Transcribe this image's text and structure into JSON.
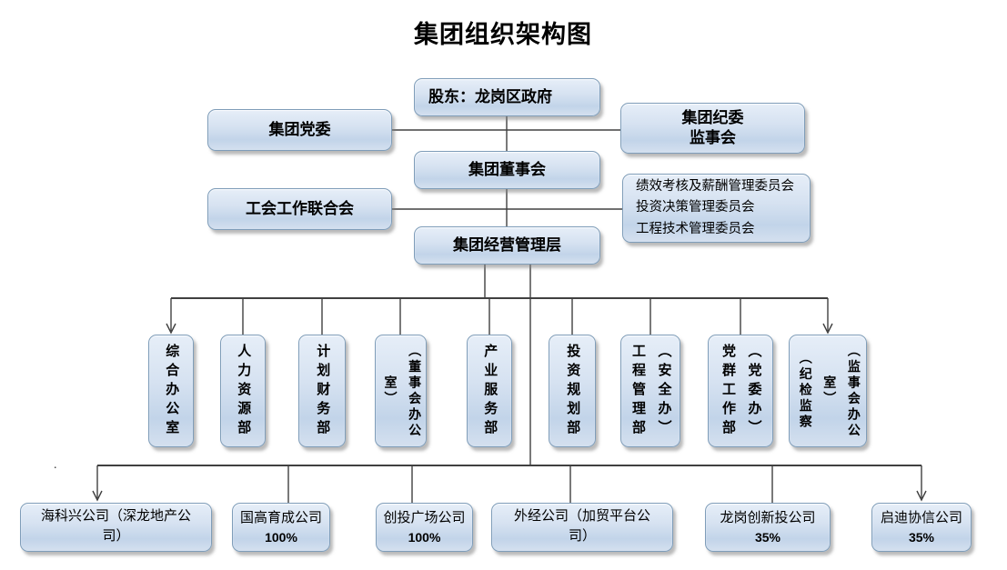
{
  "title": "集团组织架构图",
  "colors": {
    "box_top": "#e4edf7",
    "box_bottom": "#c1d3e8",
    "box_border": "#7f9db9",
    "line": "#404040"
  },
  "top": {
    "shareholder": "股东：龙岗区政府",
    "party_committee": "集团党委",
    "discipline_committee": "集团纪委\n监事会",
    "board": "集团董事会",
    "union_federation": "工会工作联合会",
    "committees": "绩效考核及薪酬管理委员会\n投资决策管理委员会\n工程技术管理委员会",
    "management": "集团经营管理层"
  },
  "departments": [
    "综合办公室",
    "人力资源部",
    "计划财务部",
    "（董事会办公\n室）",
    "产业服务部",
    "投资规划部",
    "工程管理部\n（安全办）",
    "党群工作部\n（党委办）",
    "（监事会办公\n室）\n（纪检监察"
  ],
  "companies": [
    {
      "name": "海科兴公司（深龙地产公\n司）"
    },
    {
      "name": "国高育成公司",
      "pct": "100%"
    },
    {
      "name": "创投广场公司",
      "pct": "100%"
    },
    {
      "name": "外经公司（加贸平台公\n司）"
    },
    {
      "name": "龙岗创新投公司",
      "pct": "35%"
    },
    {
      "name": "启迪协信公司",
      "pct": "35%"
    }
  ],
  "stray_mark": "."
}
